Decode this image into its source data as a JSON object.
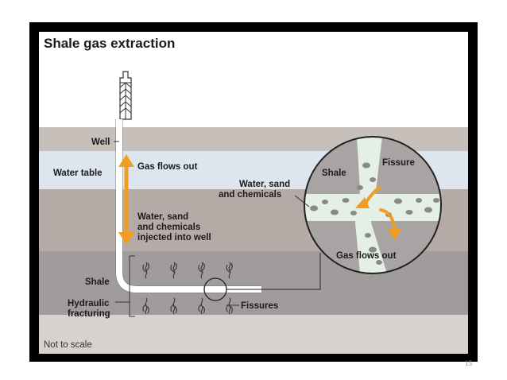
{
  "title": "Shale gas extraction",
  "labels": {
    "well": "Well",
    "water_table": "Water table",
    "gas_flows_out": "Gas flows out",
    "water_injected": [
      "Water, sand",
      "and chemicals",
      "injected into well"
    ],
    "shale": "Shale",
    "hydraulic_fracturing": [
      "Hydraulic",
      "fracturing"
    ],
    "fissures": "Fissures",
    "not_to_scale": "Not to scale"
  },
  "inset": {
    "shale": "Shale",
    "fissure": "Fissure",
    "water_sand": [
      "Water, sand",
      "and chemicals"
    ],
    "gas_flows_out": "Gas flows out"
  },
  "page_number": "15",
  "colors": {
    "frame": "#000000",
    "sky": "#ffffff",
    "rock_light": "#c6bfba",
    "water_table": "#dde6ee",
    "rock_mid": "#b5aaa5",
    "shale_layer": "#a19c9c",
    "bottom_layer": "#d6d2d0",
    "arrow_orange": "#f19d23"
  }
}
